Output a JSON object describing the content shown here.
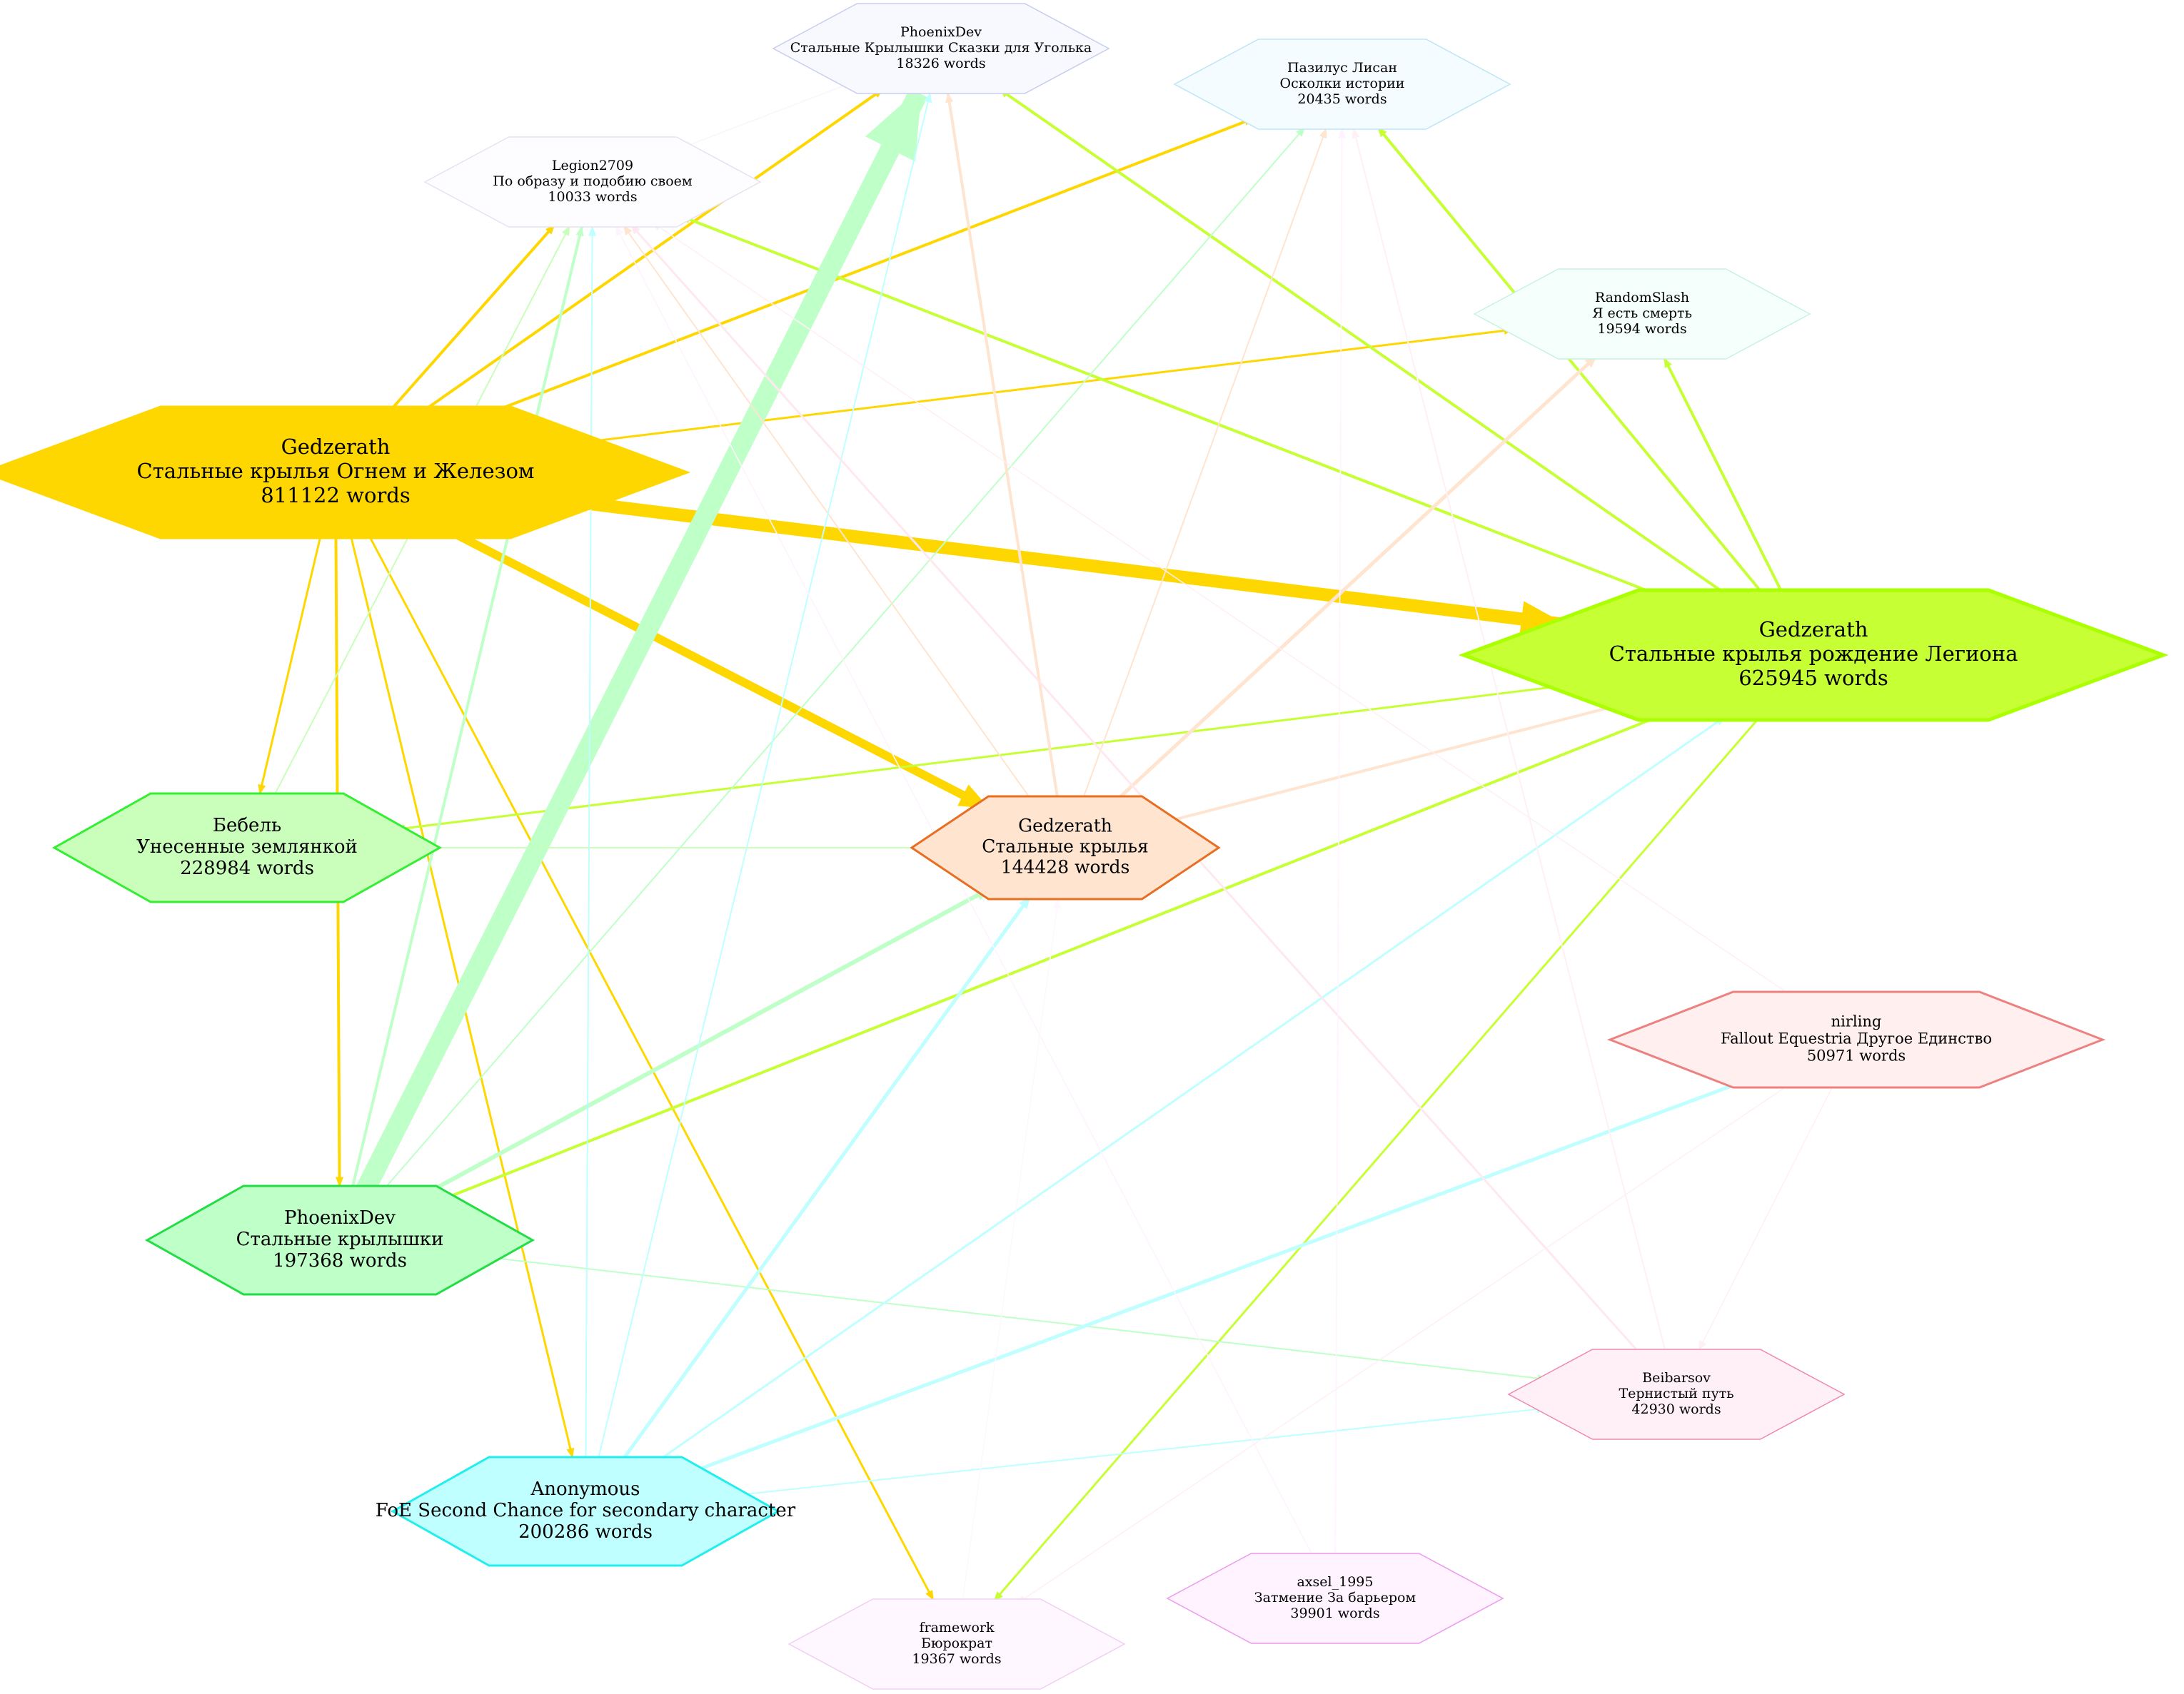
{
  "nodes": [
    {
      "id": "phx_skazki",
      "author": "PhoenixDev",
      "title": "Стальные Крылышки Сказки для Уголька",
      "words": "18326 words",
      "fill": "#f8f9ff",
      "stroke": "#c7cdee",
      "size": "s"
    },
    {
      "id": "pazilus",
      "author": "Пазилус Лисан",
      "title": "Осколки истории",
      "words": "20435 words",
      "fill": "#f5fcff",
      "stroke": "#bde6f5",
      "size": "s"
    },
    {
      "id": "legion",
      "author": "Legion2709",
      "title": "По образу и подобию своем",
      "words": "10033 words",
      "fill": "#fdfcff",
      "stroke": "#e5e2f2",
      "size": "s"
    },
    {
      "id": "random",
      "author": "RandomSlash",
      "title": "Я есть смерть",
      "words": "19594 words",
      "fill": "#f5fffb",
      "stroke": "#c7f2e0",
      "size": "s"
    },
    {
      "id": "ogn",
      "author": "Gedzerath",
      "title": "Стальные крылья Огнем и Железом",
      "words": "811122 words",
      "fill": "#ffd700",
      "stroke": "#ffd700",
      "size": "xl"
    },
    {
      "id": "legiona",
      "author": "Gedzerath",
      "title": "Стальные крылья рождение Легиона",
      "words": "625945 words",
      "fill": "#c6ff33",
      "stroke": "#aaff00",
      "size": "xl"
    },
    {
      "id": "bebel",
      "author": "Бебель",
      "title": "Унесенные землянкой",
      "words": "228984 words",
      "fill": "#c9ffbb",
      "stroke": "#33ee33",
      "size": "l"
    },
    {
      "id": "sk",
      "author": "Gedzerath",
      "title": "Стальные крылья",
      "words": "144428 words",
      "fill": "#ffe4d0",
      "stroke": "#e86e22",
      "size": "m"
    },
    {
      "id": "nirling",
      "author": "nirling",
      "title": "Fallout Equestria Другое Единство",
      "words": "50971 words",
      "fill": "#ffefef",
      "stroke": "#ee8080",
      "size": "m2"
    },
    {
      "id": "phx",
      "author": "PhoenixDev",
      "title": "Стальные крылышки",
      "words": "197368 words",
      "fill": "#bfffc8",
      "stroke": "#22dd44",
      "size": "l"
    },
    {
      "id": "beib",
      "author": "Beibarsov",
      "title": "Тернистый путь",
      "words": "42930 words",
      "fill": "#fff0f7",
      "stroke": "#ee88b0",
      "size": "s"
    },
    {
      "id": "anon",
      "author": "Anonymous",
      "title": "FoE Second Chance for secondary character",
      "words": "200286 words",
      "fill": "#bfffff",
      "stroke": "#22eeee",
      "size": "l"
    },
    {
      "id": "axsel",
      "author": "axsel_1995",
      "title": "Затмение За барьером",
      "words": "39901 words",
      "fill": "#fff3ff",
      "stroke": "#ee99ee",
      "size": "s"
    },
    {
      "id": "framework",
      "author": "framework",
      "title": "Бюрократ",
      "words": "19367 words",
      "fill": "#fff7ff",
      "stroke": "#f0d0f0",
      "size": "s"
    }
  ],
  "edges": [
    {
      "from": "ogn",
      "to": "legiona",
      "color": "#ffd700",
      "weight": 9
    },
    {
      "from": "ogn",
      "to": "sk",
      "color": "#ffd700",
      "weight": 6
    },
    {
      "from": "ogn",
      "to": "legion",
      "color": "#ffd700",
      "weight": 2
    },
    {
      "from": "ogn",
      "to": "pazilus",
      "color": "#ffd700",
      "weight": 2
    },
    {
      "from": "ogn",
      "to": "random",
      "color": "#ffd700",
      "weight": 1.5
    },
    {
      "from": "ogn",
      "to": "bebel",
      "color": "#ffd700",
      "weight": 1.5
    },
    {
      "from": "ogn",
      "to": "anon",
      "color": "#ffd700",
      "weight": 1.5
    },
    {
      "from": "ogn",
      "to": "framework",
      "color": "#ffd700",
      "weight": 1.5
    },
    {
      "from": "ogn",
      "to": "phx",
      "color": "#ffd700",
      "weight": 2
    },
    {
      "from": "ogn",
      "to": "phx_skazki",
      "color": "#ffd700",
      "weight": 2
    },
    {
      "from": "legiona",
      "to": "phx_skazki",
      "color": "#c6ff33",
      "weight": 2
    },
    {
      "from": "legiona",
      "to": "pazilus",
      "color": "#c6ff33",
      "weight": 2
    },
    {
      "from": "legiona",
      "to": "random",
      "color": "#c6ff33",
      "weight": 2
    },
    {
      "from": "legiona",
      "to": "legion",
      "color": "#c6ff33",
      "weight": 2
    },
    {
      "from": "legiona",
      "to": "bebel",
      "color": "#c6ff33",
      "weight": 1.5
    },
    {
      "from": "legiona",
      "to": "phx",
      "color": "#c6ff33",
      "weight": 2
    },
    {
      "from": "legiona",
      "to": "framework",
      "color": "#c6ff33",
      "weight": 1.5
    },
    {
      "from": "phx",
      "to": "phx_skazki",
      "color": "#bfffc8",
      "weight": 14
    },
    {
      "from": "phx",
      "to": "sk",
      "color": "#bfffc8",
      "weight": 3
    },
    {
      "from": "phx",
      "to": "legion",
      "color": "#bfffc8",
      "weight": 2
    },
    {
      "from": "phx",
      "to": "pazilus",
      "color": "#bfffc8",
      "weight": 1
    },
    {
      "from": "phx",
      "to": "beib",
      "color": "#bfffc8",
      "weight": 1
    },
    {
      "from": "bebel",
      "to": "sk",
      "color": "#c9ffbb",
      "weight": 1
    },
    {
      "from": "bebel",
      "to": "legion",
      "color": "#c9ffbb",
      "weight": 1
    },
    {
      "from": "sk",
      "to": "legiona",
      "color": "#ffe4d0",
      "weight": 2
    },
    {
      "from": "sk",
      "to": "random",
      "color": "#ffe4d0",
      "weight": 2.5
    },
    {
      "from": "sk",
      "to": "pazilus",
      "color": "#ffe4d0",
      "weight": 1
    },
    {
      "from": "sk",
      "to": "legion",
      "color": "#ffe4d0",
      "weight": 1
    },
    {
      "from": "sk",
      "to": "phx_skazki",
      "color": "#ffe4d0",
      "weight": 2
    },
    {
      "from": "anon",
      "to": "sk",
      "color": "#bfffff",
      "weight": 2.5
    },
    {
      "from": "anon",
      "to": "legiona",
      "color": "#bfffff",
      "weight": 1.5
    },
    {
      "from": "anon",
      "to": "nirling",
      "color": "#bfffff",
      "weight": 2.5
    },
    {
      "from": "anon",
      "to": "beib",
      "color": "#bfffff",
      "weight": 1
    },
    {
      "from": "anon",
      "to": "phx_skazki",
      "color": "#bfffff",
      "weight": 1
    },
    {
      "from": "anon",
      "to": "legion",
      "color": "#bfffff",
      "weight": 1
    },
    {
      "from": "beib",
      "to": "legion",
      "color": "#ffe8ee",
      "weight": 1.5
    },
    {
      "from": "beib",
      "to": "pazilus",
      "color": "#fff0f4",
      "weight": 1
    },
    {
      "from": "nirling",
      "to": "legion",
      "color": "#fff0f4",
      "weight": 0.8
    },
    {
      "from": "nirling",
      "to": "framework",
      "color": "#fff0f4",
      "weight": 0.8
    },
    {
      "from": "nirling",
      "to": "beib",
      "color": "#fff0f4",
      "weight": 0.8
    },
    {
      "from": "axsel",
      "to": "legion",
      "color": "#fff3ff",
      "weight": 0.8
    },
    {
      "from": "axsel",
      "to": "pazilus",
      "color": "#fff3ff",
      "weight": 0.8
    },
    {
      "from": "framework",
      "to": "sk",
      "color": "#fff7ff",
      "weight": 0.8
    },
    {
      "from": "phx_skazki",
      "to": "legion",
      "color": "#f6f7fb",
      "weight": 0.8
    }
  ]
}
